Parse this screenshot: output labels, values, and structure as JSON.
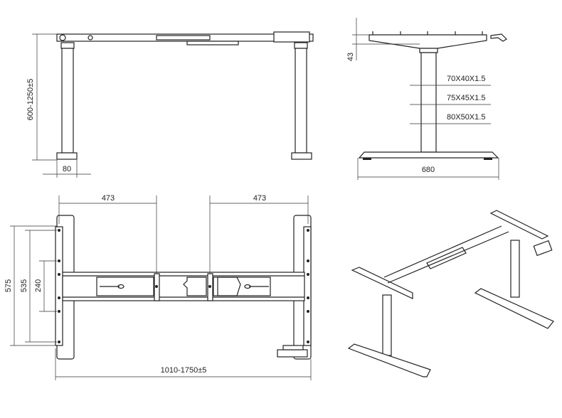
{
  "front_view": {
    "height_range": "600-1250±5",
    "foot_width": "80"
  },
  "side_view": {
    "top_thickness": "43",
    "tube_upper": "70X40X1.5",
    "tube_middle": "75X45X1.5",
    "tube_lower": "80X50X1.5",
    "base_length": "680"
  },
  "top_view": {
    "left_offset": "473",
    "right_offset": "473",
    "outer_depth": "575",
    "hole_span": "535",
    "inner_span": "240",
    "width_range": "1010-1750±5"
  }
}
